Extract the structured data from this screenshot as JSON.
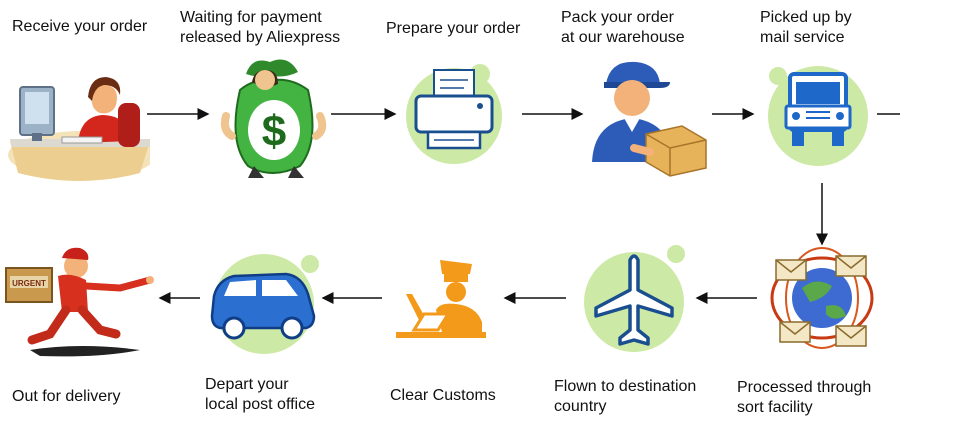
{
  "steps": [
    {
      "label": "Receive your order"
    },
    {
      "label": "Waiting for payment\nreleased by Aliexpress"
    },
    {
      "label": "Prepare your order"
    },
    {
      "label": "Pack your order\nat our warehouse"
    },
    {
      "label": "Picked up by\nmail service"
    },
    {
      "label": "Processed through\nsort facility"
    },
    {
      "label": "Flown to destination\ncountry"
    },
    {
      "label": "Clear Customs"
    },
    {
      "label": "Depart your\nlocal post office"
    },
    {
      "label": "Out for delivery"
    }
  ],
  "icons": {
    "money_bag_symbol": "$",
    "box_stamp": "URGENT"
  },
  "colors": {
    "circle_green": "#cde9a6",
    "blob_green": "#a9d66e",
    "vehicle_blue": "#1d68c8",
    "customs_orange": "#f39a1a",
    "arrow": "#111111"
  }
}
